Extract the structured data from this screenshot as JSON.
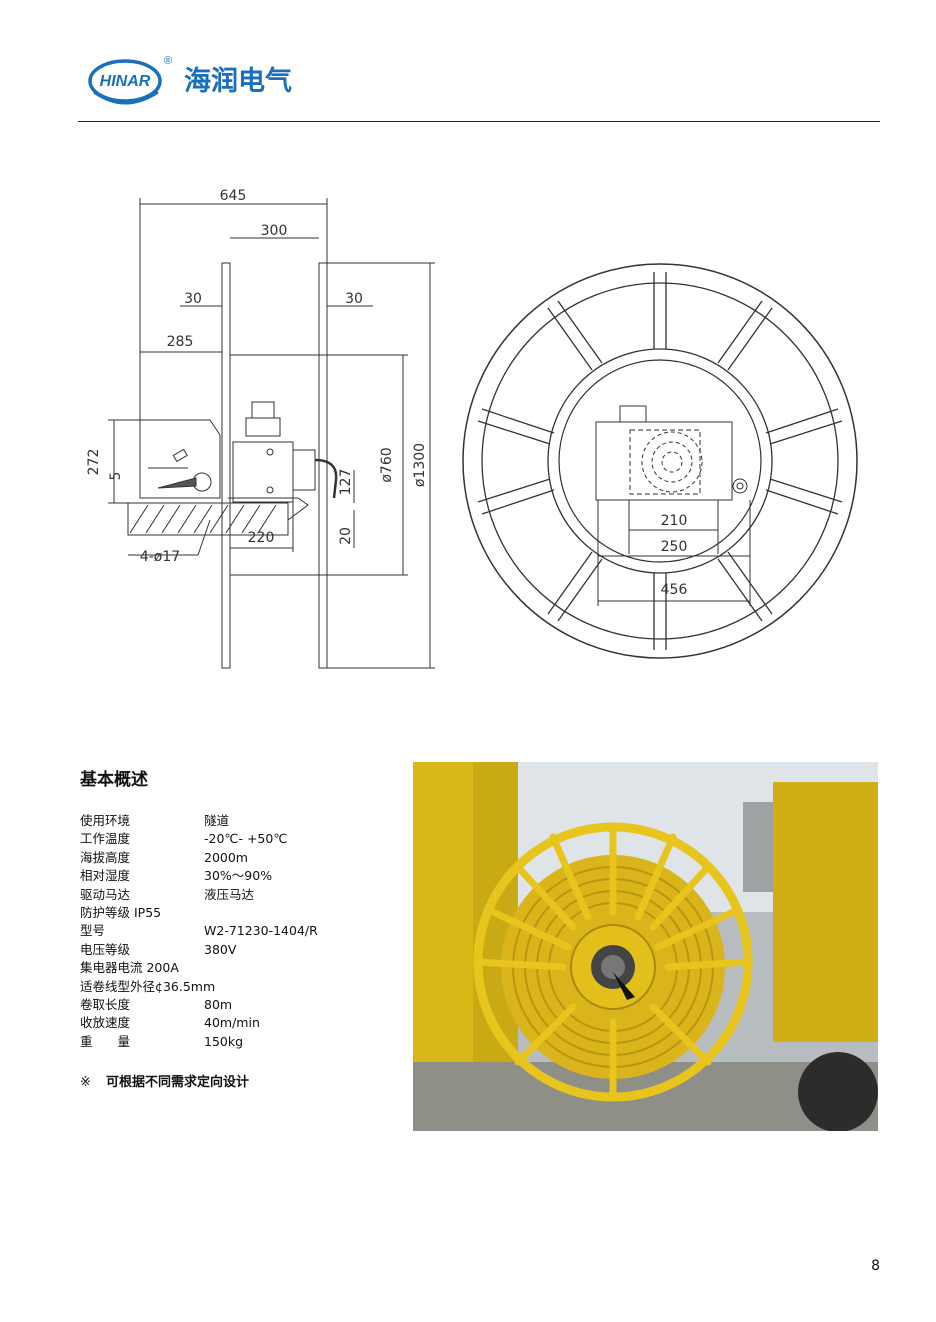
{
  "header": {
    "logo_text": "HINAR",
    "registered_mark": "®",
    "company_name": "海润电气"
  },
  "drawing": {
    "side_dims": [
      "645",
      "300",
      "30",
      "30",
      "285",
      "272",
      "5",
      "127",
      "20",
      "220",
      "4-ø17",
      "ø760",
      "ø1300"
    ],
    "front_dims": [
      "210",
      "250",
      "456"
    ]
  },
  "specs": {
    "title": "基本概述",
    "rows": [
      {
        "label": "使用环境",
        "value": "隧道"
      },
      {
        "label": "工作温度",
        "value": "-20℃- +50℃"
      },
      {
        "label": "海拔高度",
        "value": "2000m"
      },
      {
        "label": "相对湿度",
        "value": "30%～90%"
      },
      {
        "label": "驱动马达",
        "value": "液压马达"
      },
      {
        "label": "防护等级 IP55",
        "value": ""
      },
      {
        "label": "型号",
        "value": "W2-71230-1404/R"
      },
      {
        "label": "电压等级",
        "value": "380V"
      },
      {
        "label": "集电器电流 200A",
        "value": ""
      },
      {
        "label": "适卷线型外径¢36.5mm",
        "value": ""
      },
      {
        "label": "卷取长度",
        "value": "80m"
      },
      {
        "label": "收放速度",
        "value": "40m/min"
      },
      {
        "label": "重　　量",
        "value": "150kg"
      }
    ],
    "note_mark": "※",
    "note_text": "可根据不同需求定向设计"
  },
  "page_number": "8",
  "colors": {
    "brand_blue": "#1a6fbd",
    "reel_yellow": "#e8c51c"
  }
}
